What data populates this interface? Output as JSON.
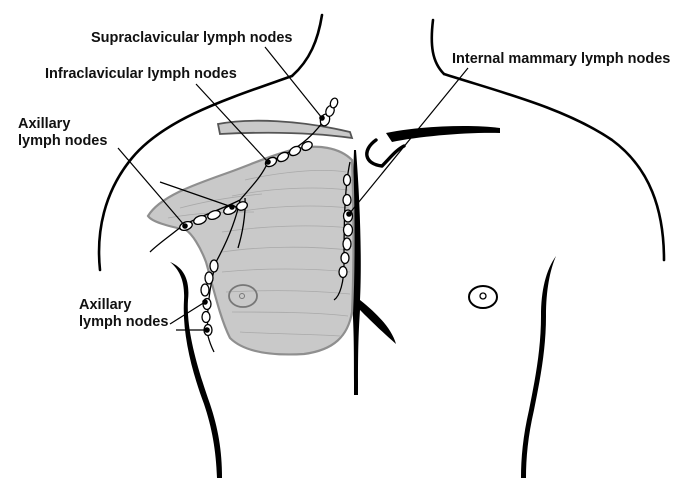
{
  "labels": {
    "supraclavicular": "Supraclavicular lymph nodes",
    "infraclavicular": "Infraclavicular lymph nodes",
    "internal_mammary": "Internal mammary lymph nodes",
    "axillary_upper_line1": "Axillary",
    "axillary_upper_line2": "lymph nodes",
    "axillary_lower_line1": "Axillary",
    "axillary_lower_line2": "lymph nodes"
  }
}
